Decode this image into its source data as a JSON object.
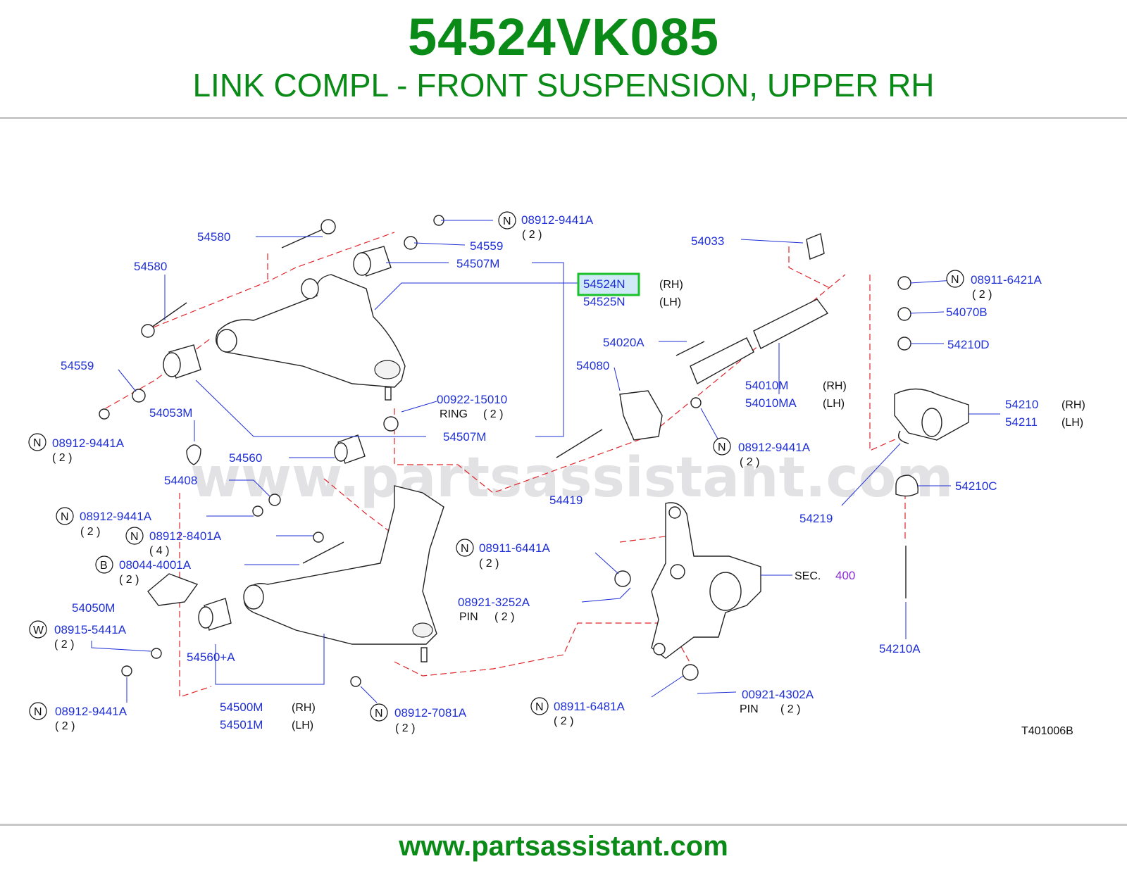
{
  "header": {
    "part_number": "54524VK085",
    "title": "LINK COMPL - FRONT SUSPENSION, UPPER RH"
  },
  "footer": {
    "url": "www.partsassistant.com"
  },
  "diagram": {
    "watermark": "www.partsassistant.com",
    "figure_code": "T401006B",
    "highlight_color": "#19c22a",
    "labels": {
      "p54580_top": "54580",
      "p54580_left": "54580",
      "p08912_9441A_top": "08912-9441A",
      "q2_top": "( 2 )",
      "p54559_top": "54559",
      "p54507M_top": "54507M",
      "p54524N": "54524N",
      "rh_54524N": "(RH)",
      "p54525N": "54525N",
      "lh_54525N": "(LH)",
      "p54033": "54033",
      "p08911_6421A": "08911-6421A",
      "q2_6421A": "( 2 )",
      "p54070B": "54070B",
      "p54210D": "54210D",
      "p54020A": "54020A",
      "p54080": "54080",
      "p54010M": "54010M",
      "rh_54010M": "(RH)",
      "p54010MA": "54010MA",
      "lh_54010MA": "(LH)",
      "p54210": "54210",
      "rh_54210": "(RH)",
      "p54211": "54211",
      "lh_54211": "(LH)",
      "p54559_left": "54559",
      "p54053M": "54053M",
      "p00922_15010": "00922-15010",
      "ring": "RING",
      "q2_ring": "( 2 )",
      "p54507M_bottom": "54507M",
      "p08912_9441A_mid": "08912-9441A",
      "q2_mid": "( 2 )",
      "p08912_9441A_left": "08912-9441A",
      "q2_left": "( 2 )",
      "p54560": "54560",
      "p54408": "54408",
      "p54419": "54419",
      "p54219": "54219",
      "p54210C": "54210C",
      "p08912_9441A_l2": "08912-9441A",
      "q2_l2": "( 2 )",
      "p08912_8401A": "08912-8401A",
      "q4": "( 4 )",
      "p08044_4001A": "08044-4001A",
      "q2_08044": "( 2 )",
      "p08911_6441A": "08911-6441A",
      "q2_6441A": "( 2 )",
      "p54050M": "54050M",
      "p08921_3252A": "08921-3252A",
      "pin_1": "PIN",
      "q2_pin1": "( 2 )",
      "sec": "SEC.",
      "sec_num": "400",
      "p08915_5441A": "08915-5441A",
      "q2_08915": "( 2 )",
      "p54560A": "54560+A",
      "p54210A": "54210A",
      "p54500M": "54500M",
      "rh_54500M": "(RH)",
      "p54501M": "54501M",
      "lh_54501M": "(LH)",
      "p08912_9441A_bottom": "08912-9441A",
      "q2_bottom": "( 2 )",
      "p08912_7081A": "08912-7081A",
      "q2_7081A": "( 2 )",
      "p08911_6481A": "08911-6481A",
      "q2_6481A": "( 2 )",
      "p00921_4302A": "00921-4302A",
      "pin_2": "PIN",
      "q2_pin2": "( 2 )"
    },
    "circles": {
      "c1": "N",
      "c2": "N",
      "c3": "N",
      "c4": "N",
      "c5": "N",
      "c6": "N",
      "c7": "B",
      "c8": "N",
      "c9": "W",
      "c10": "N",
      "c11": "N",
      "c12": "N"
    }
  }
}
